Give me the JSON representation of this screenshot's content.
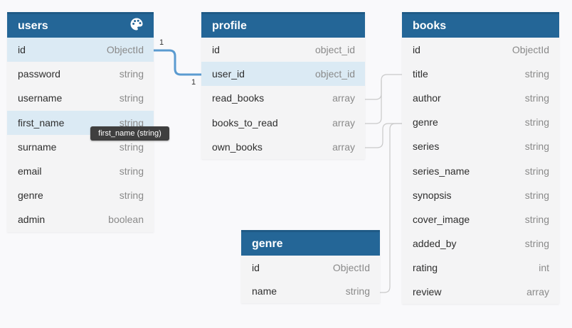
{
  "tables": {
    "users": {
      "title": "users",
      "rows": [
        {
          "name": "id",
          "type": "ObjectId"
        },
        {
          "name": "password",
          "type": "string"
        },
        {
          "name": "username",
          "type": "string"
        },
        {
          "name": "first_name",
          "type": "string"
        },
        {
          "name": "surname",
          "type": "string"
        },
        {
          "name": "email",
          "type": "string"
        },
        {
          "name": "genre",
          "type": "string"
        },
        {
          "name": "admin",
          "type": "boolean"
        }
      ]
    },
    "profile": {
      "title": "profile",
      "rows": [
        {
          "name": "id",
          "type": "object_id"
        },
        {
          "name": "user_id",
          "type": "object_id"
        },
        {
          "name": "read_books",
          "type": "array"
        },
        {
          "name": "books_to_read",
          "type": "array"
        },
        {
          "name": "own_books",
          "type": "array"
        }
      ]
    },
    "books": {
      "title": "books",
      "rows": [
        {
          "name": "id",
          "type": "ObjectId"
        },
        {
          "name": "title",
          "type": "string"
        },
        {
          "name": "author",
          "type": "string"
        },
        {
          "name": "genre",
          "type": "string"
        },
        {
          "name": "series",
          "type": "string"
        },
        {
          "name": "series_name",
          "type": "string"
        },
        {
          "name": "synopsis",
          "type": "string"
        },
        {
          "name": "cover_image",
          "type": "string"
        },
        {
          "name": "added_by",
          "type": "string"
        },
        {
          "name": "rating",
          "type": "int"
        },
        {
          "name": "review",
          "type": "array"
        }
      ]
    },
    "genre": {
      "title": "genre",
      "rows": [
        {
          "name": "id",
          "type": "ObjectId"
        },
        {
          "name": "name",
          "type": "string"
        }
      ]
    }
  },
  "tooltip": "first_name (string)",
  "relation": {
    "from_card": "1",
    "to_card": "1"
  },
  "colors": {
    "header": "#246697",
    "highlight": "#dbeaf4",
    "link": "#5b9bd0"
  },
  "icons": {
    "users_header": "palette-icon"
  }
}
